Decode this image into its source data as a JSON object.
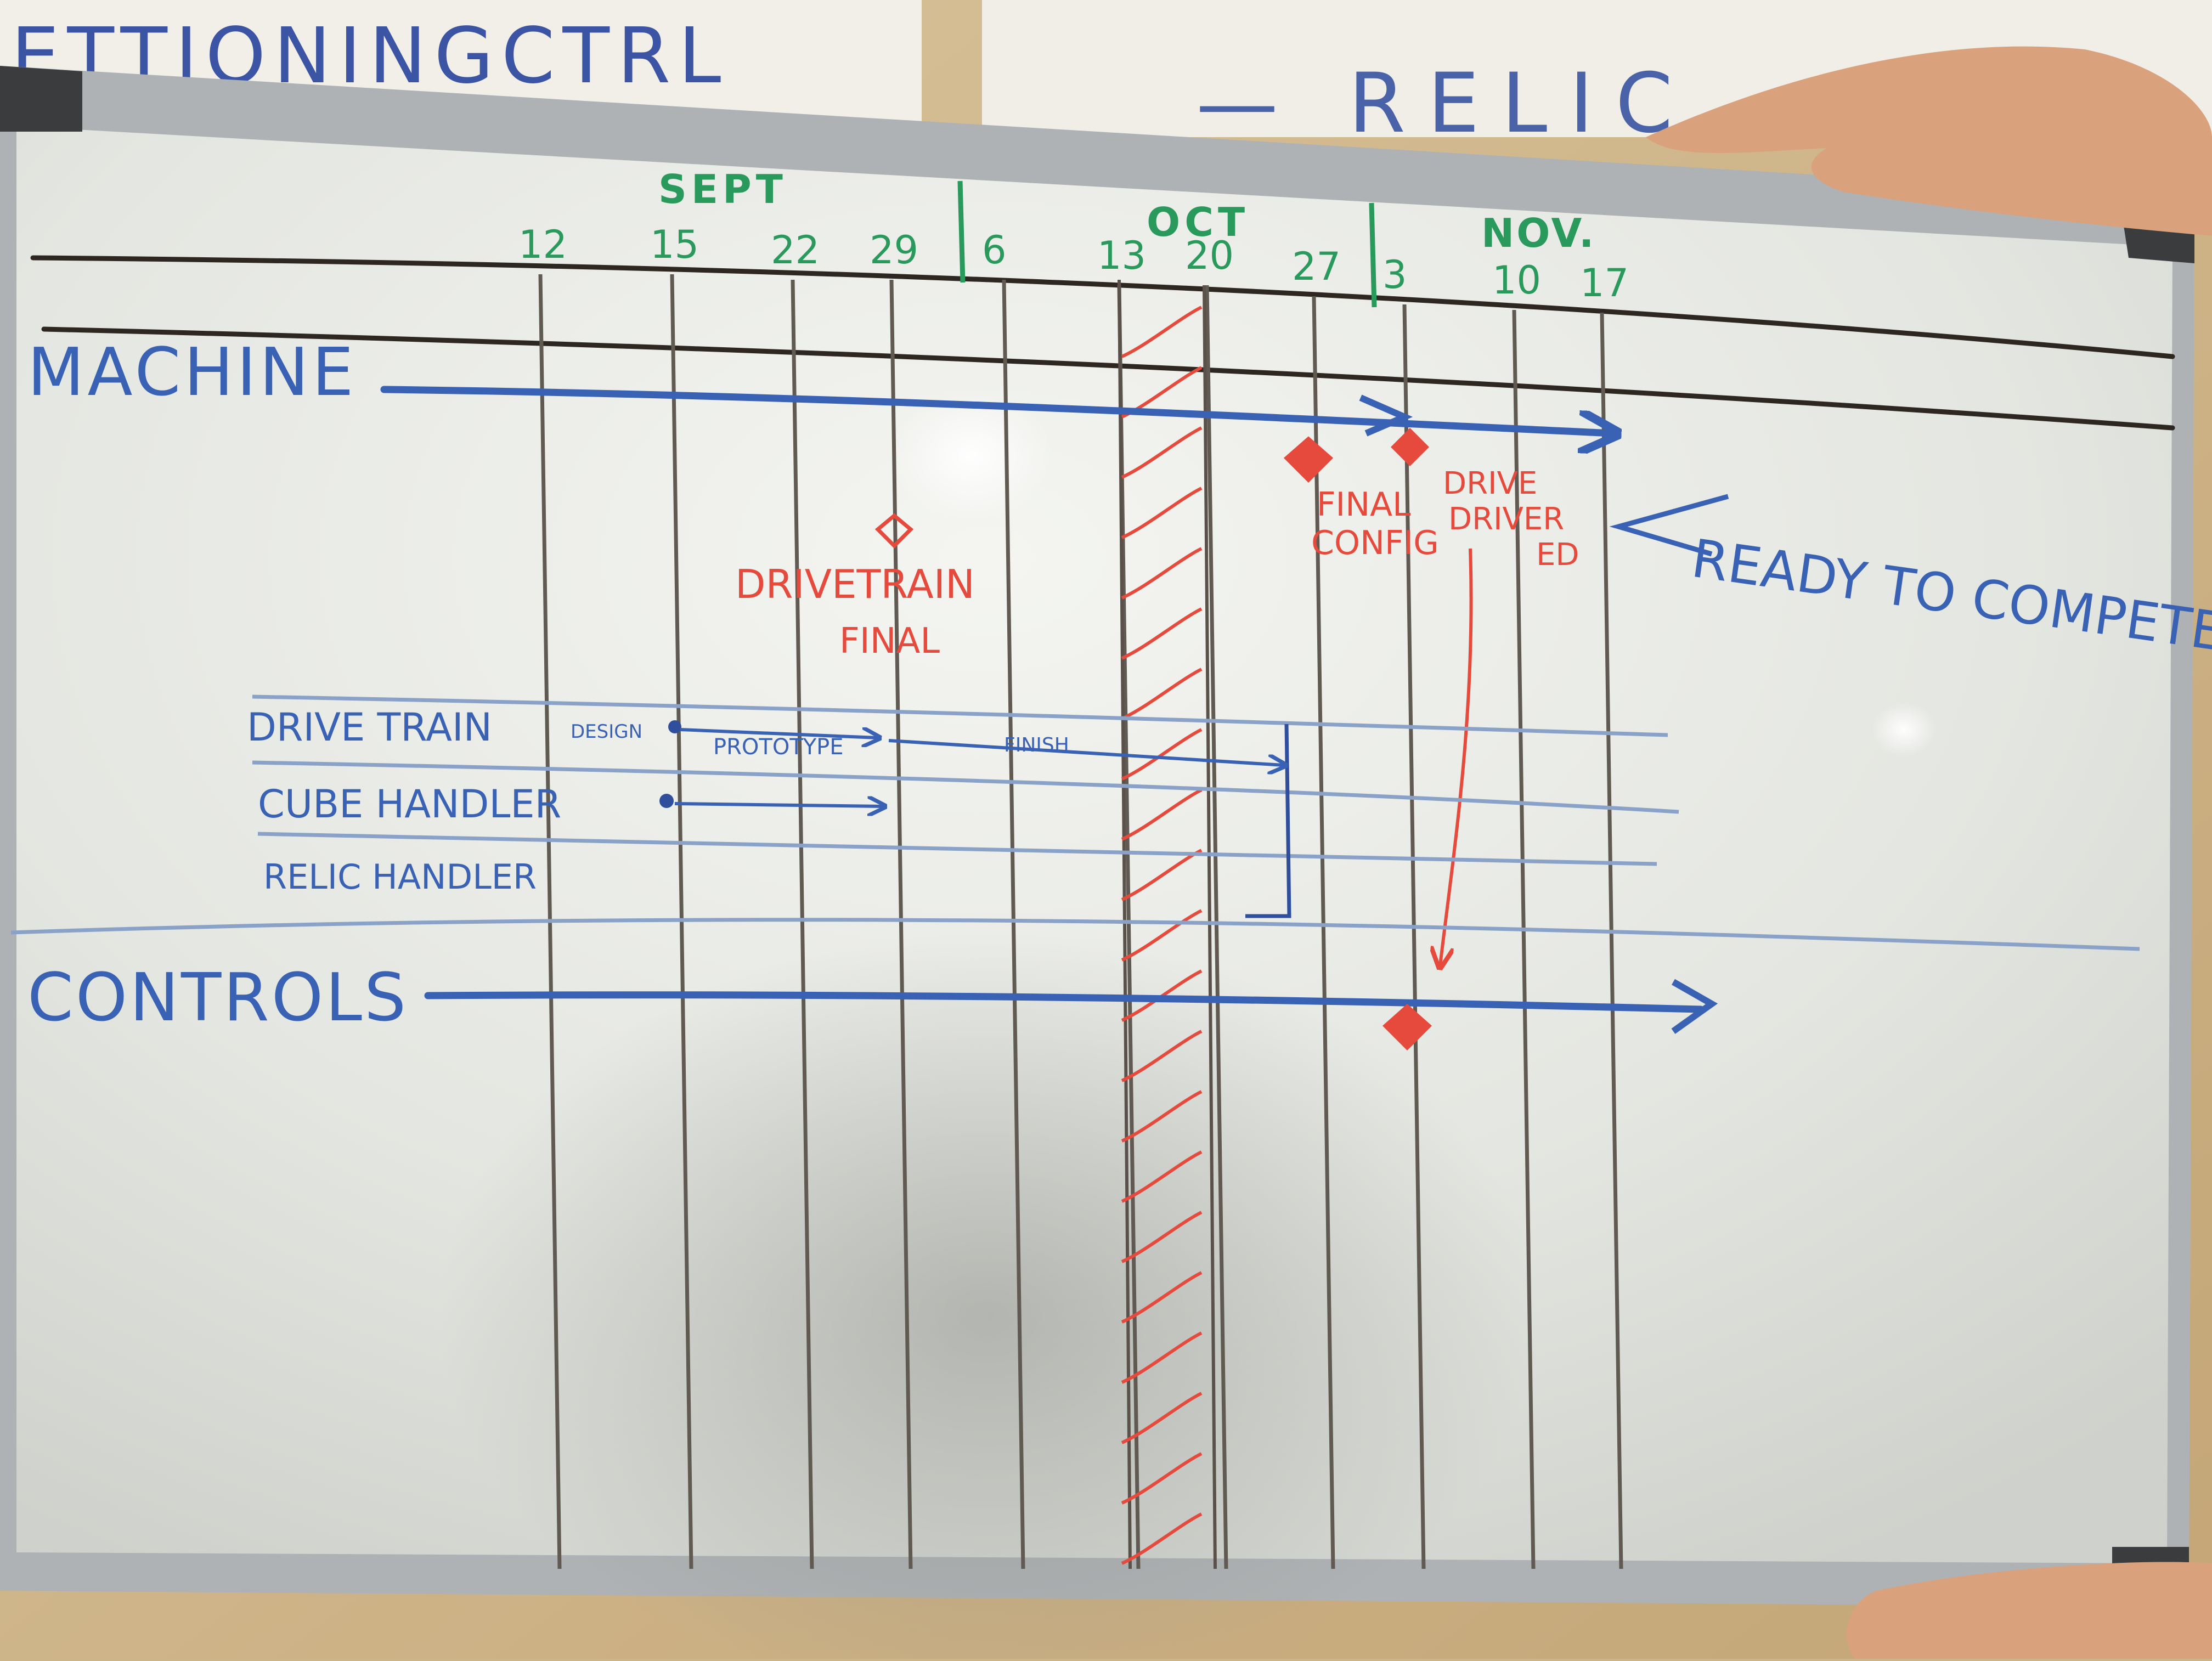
{
  "background_sheets": {
    "left_text": "ETTIONINGCTRL",
    "right_text": "— RELIC"
  },
  "board": {
    "months": [
      {
        "label": "SEPT"
      },
      {
        "label": "OCT"
      },
      {
        "label": "NOV."
      }
    ],
    "week_labels": [
      "12",
      "15",
      "22",
      "29",
      "6",
      "13",
      "20",
      "27",
      "3",
      "10",
      "17"
    ],
    "rows": {
      "machine": "MACHINE",
      "controls": "CONTROLS"
    },
    "subsystems": [
      {
        "label": "DRIVE TRAIN"
      },
      {
        "label": "CUBE HANDLER"
      },
      {
        "label": "RELIC HANDLER"
      }
    ],
    "drivetrain_phases": [
      "DESIGN",
      "PROTOTYPE",
      "FINISH"
    ],
    "milestones": {
      "drivetrain_final": [
        "DRIVETRAIN",
        "FINAL"
      ],
      "final_config": [
        "FINAL",
        "CONFIG"
      ],
      "team_drive": [
        "DRIVE",
        "DRIVER",
        "ED"
      ]
    },
    "ready_note": "READY TO COMPETE"
  },
  "colors": {
    "wall": "#cdb489",
    "board_surface": "#e9ebe6",
    "frame": "#b9bdbf",
    "grid_line": "#555049",
    "timeline_line": "#2e2620",
    "blue_marker": "#3a62b4",
    "red_marker": "#e54a3c",
    "green_marker": "#2a9a5c",
    "skin": "#d9a27c"
  }
}
